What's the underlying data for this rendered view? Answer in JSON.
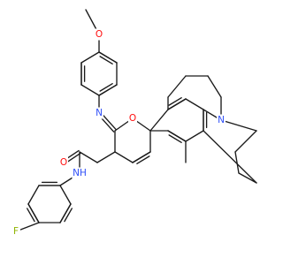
{
  "molecule": {
    "colors": {
      "bond": "#1a1a1a",
      "carbon": "#1a1a1a",
      "oxygen": "#ff0d0d",
      "nitrogen": "#3050f8",
      "fluorine": "#8fb300",
      "background": "#ffffff"
    },
    "atom_labels": {
      "methoxy_oxygen": "O",
      "pyran_oxygen": "O",
      "carbonyl_oxygen": "O",
      "imine_nitrogen": "N",
      "julolidine_nitrogen": "N",
      "amide_nh": "NH",
      "fluorine": "F"
    }
  }
}
